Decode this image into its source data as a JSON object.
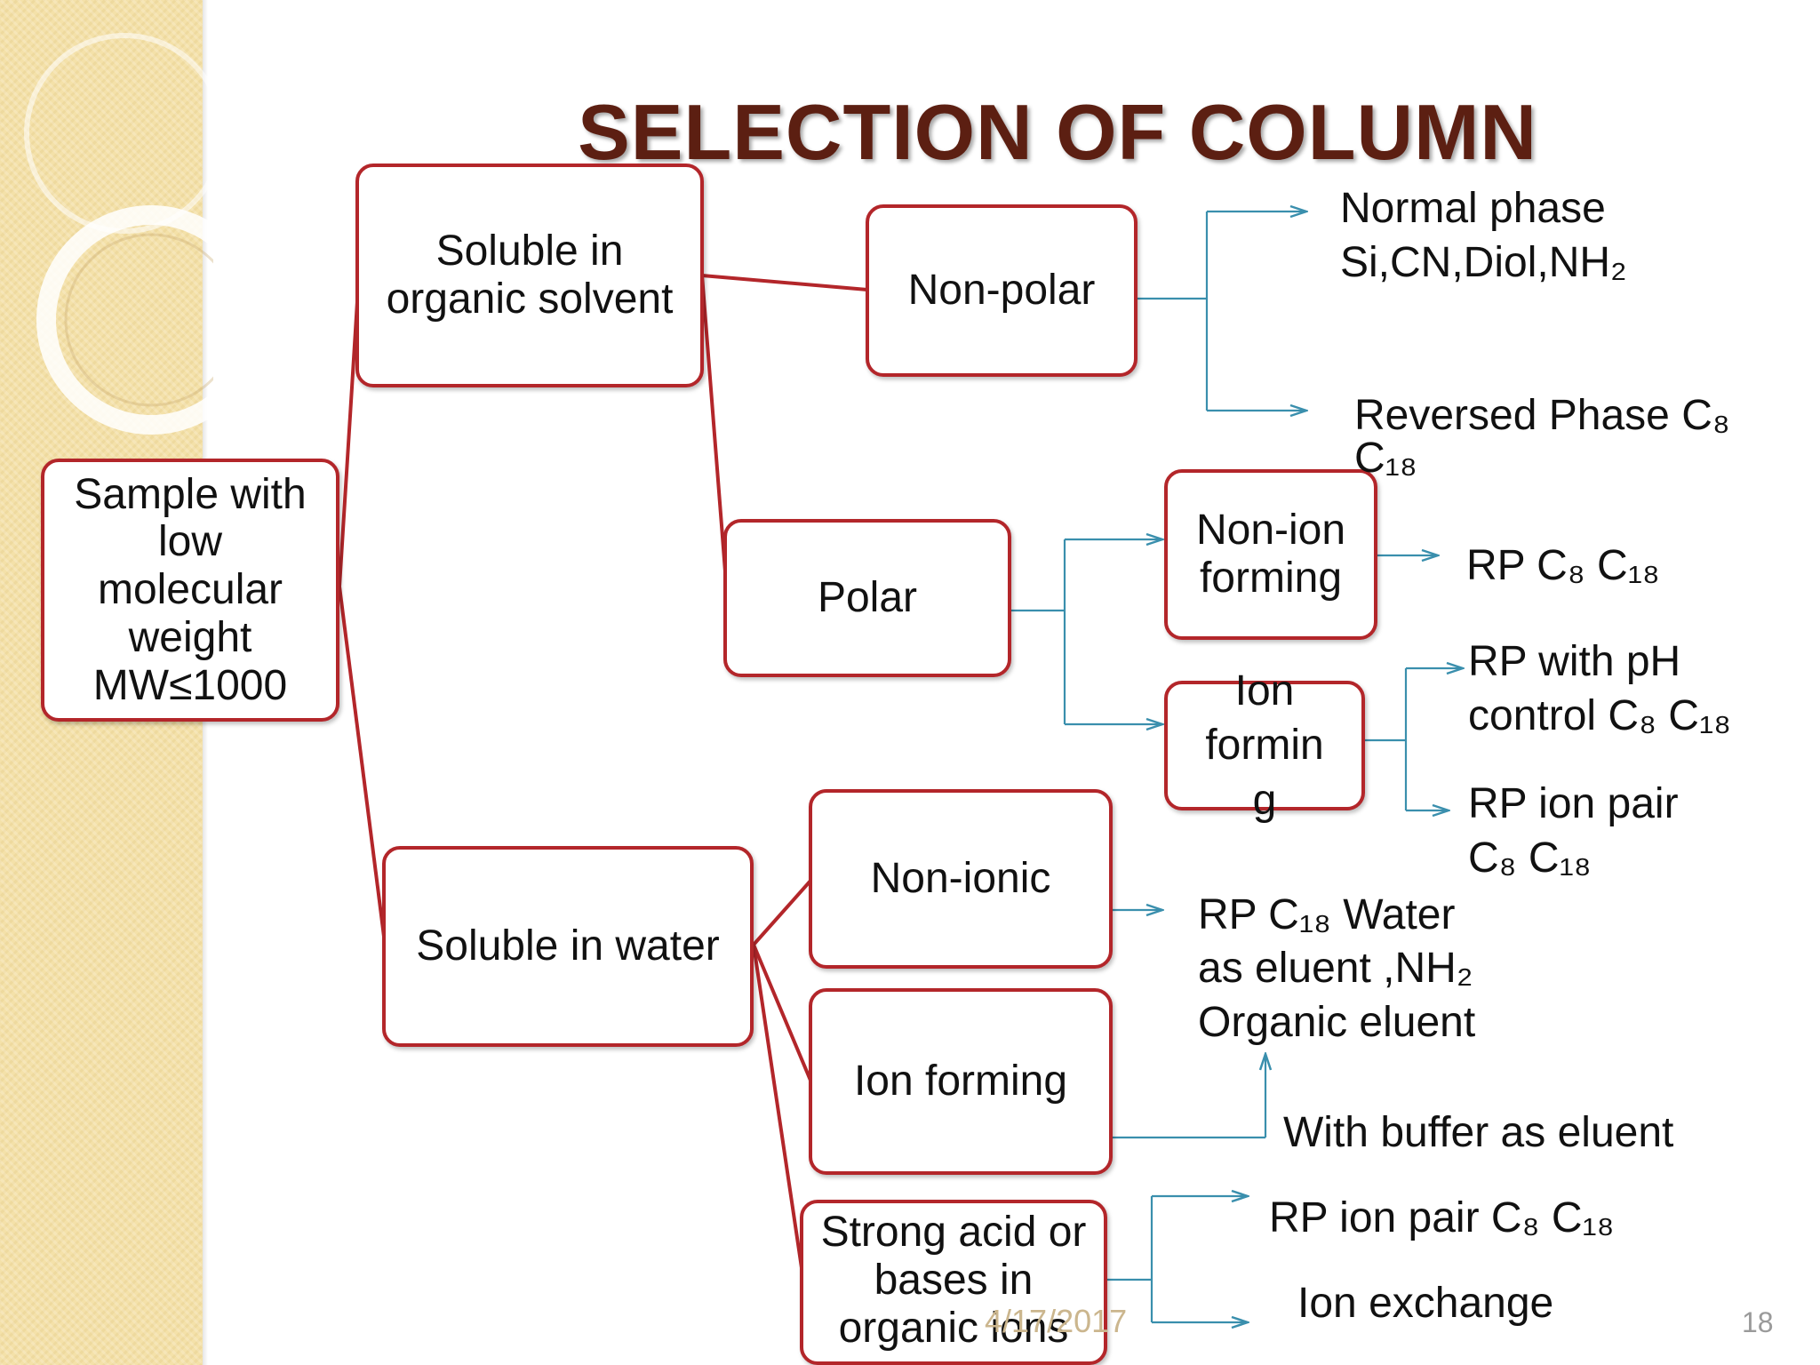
{
  "title": "SELECTION OF COLUMN",
  "boxes": {
    "sample": [
      "Sample with",
      "low",
      "molecular",
      "weight",
      "MW≤1000"
    ],
    "organic": [
      "Soluble in",
      "organic solvent"
    ],
    "water": [
      "Soluble in water"
    ],
    "nonpolar": [
      "Non-polar"
    ],
    "polar": [
      "Polar"
    ],
    "nonion_forming": [
      "Non-ion",
      "forming"
    ],
    "ion_forming_polar": [
      "Ion",
      "formin",
      "g"
    ],
    "nonionic": [
      "Non-ionic"
    ],
    "ion_forming_water": [
      "Ion forming"
    ],
    "strong_acid": [
      "Strong acid or",
      "bases in",
      "organic ions"
    ]
  },
  "results": {
    "normal_phase": [
      "Normal phase",
      "Si,CN,Diol,NH₂"
    ],
    "reversed_phase": [
      "Reversed Phase C₈",
      "C₁₈"
    ],
    "rp_c8_c18": [
      "RP C₈ C₁₈"
    ],
    "rp_ph": [
      "RP with pH",
      "control C₈ C₁₈"
    ],
    "rp_ion_pair_polar": [
      "RP ion pair",
      "C₈ C₁₈"
    ],
    "rp_water": [
      "RP C₁₈ Water",
      "as eluent ,NH₂",
      "Organic eluent"
    ],
    "buffer": [
      "With buffer as eluent"
    ],
    "rp_ion_pair_strong": [
      "RP ion pair C₈ C₁₈"
    ],
    "ion_exchange": [
      "Ion exchange"
    ]
  },
  "footer": {
    "date": "4/17/2017",
    "page": "18"
  },
  "colors": {
    "box_border": "#b3262a",
    "arrow": "#3a8fad",
    "title": "#5c1f12",
    "strip": "#f4e1a9"
  }
}
